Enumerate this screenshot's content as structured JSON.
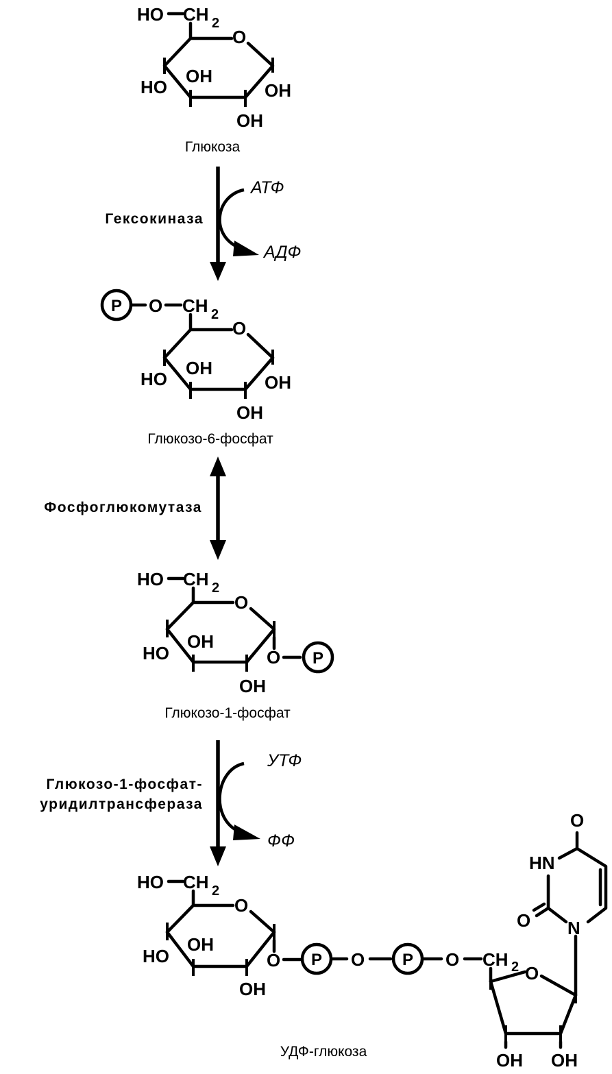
{
  "atoms": {
    "ho": "HO",
    "oh": "OH",
    "o": "O",
    "ch": "CH",
    "sub2": "2",
    "p": "P",
    "hn": "HN",
    "n": "N"
  },
  "compounds": {
    "glucose": "Глюкоза",
    "g6p": "Глюкозо-6-фосфат",
    "g1p": "Глюкозо-1-фосфат",
    "udpg": "УДФ-глюкоза"
  },
  "enzymes": {
    "hexokinase": "Гексокиназа",
    "phosphoglucomutase": "Фосфоглюкомутаза",
    "ugp_line1": "Глюкозо-1-фосфат-",
    "ugp_line2": "уридилтрансфераза"
  },
  "cofactors": {
    "atp": "АТФ",
    "adp": "АДФ",
    "utp": "УТФ",
    "ppi": "ФФ"
  }
}
